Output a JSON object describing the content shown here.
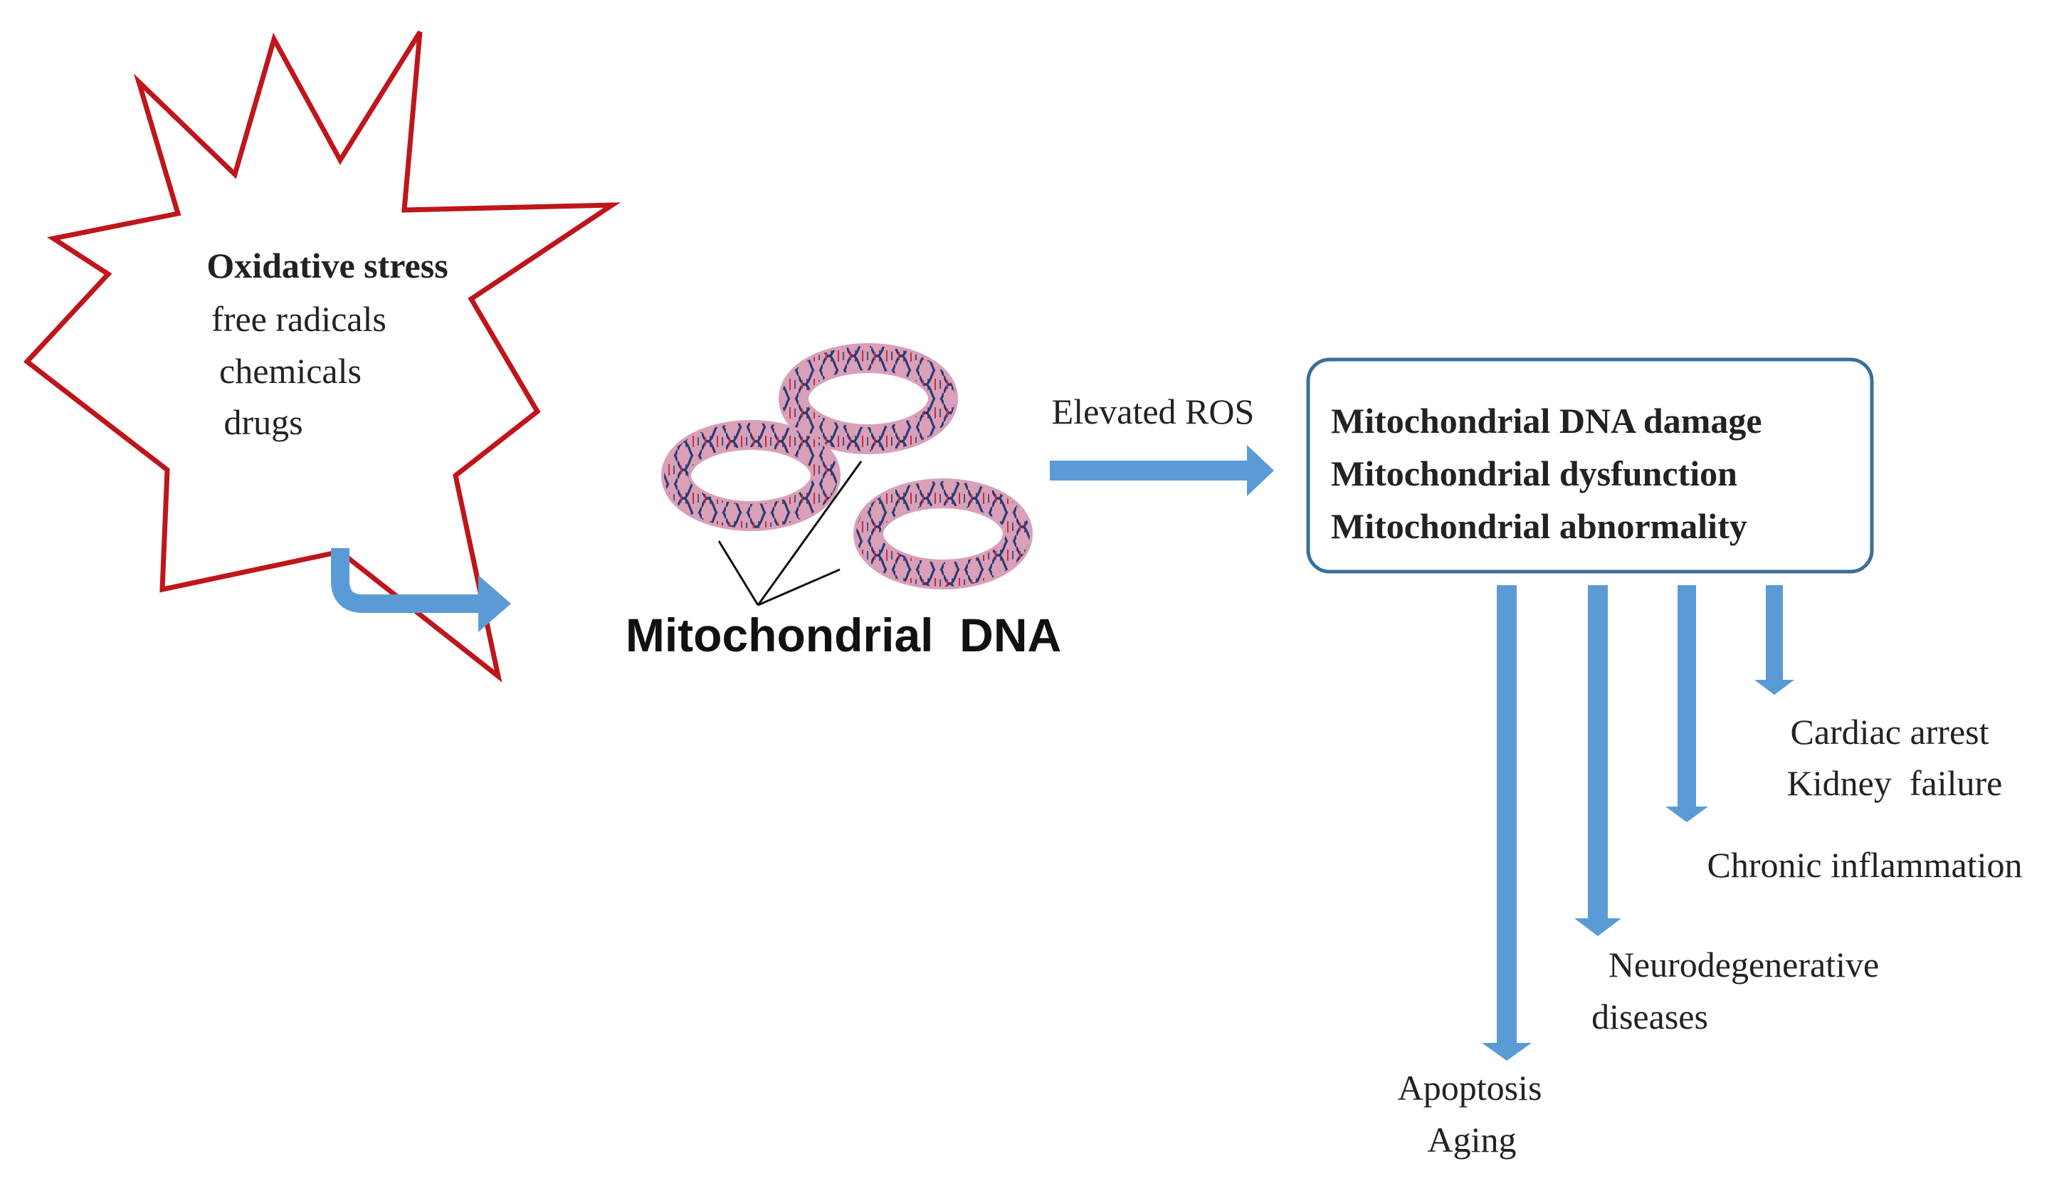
{
  "stress": {
    "title": "Oxidative stress",
    "items": [
      "free radicals",
      "chemicals",
      "drugs"
    ]
  },
  "mtdna": {
    "label": "Mitochondrial  DNA"
  },
  "edge": {
    "label": "Elevated ROS"
  },
  "effects": {
    "lines": [
      "Mitochondrial DNA damage",
      "Mitochondrial dysfunction",
      "Mitochondrial abnormality"
    ]
  },
  "outcomes": {
    "apoptosis_aging": [
      "Apoptosis",
      "Aging"
    ],
    "neuro": [
      "Neurodegenerative",
      "diseases"
    ],
    "inflammation": [
      "Chronic inflammation"
    ],
    "cardiac_kidney": [
      "Cardiac arrest",
      "Kidney  failure"
    ]
  },
  "colors": {
    "star_outline": "#c0151b",
    "arrow": "#5b9bd5",
    "box_border": "#3a6f9a",
    "ring_fill": "#d9a0b8",
    "dna_strand": "#2a3b73"
  }
}
